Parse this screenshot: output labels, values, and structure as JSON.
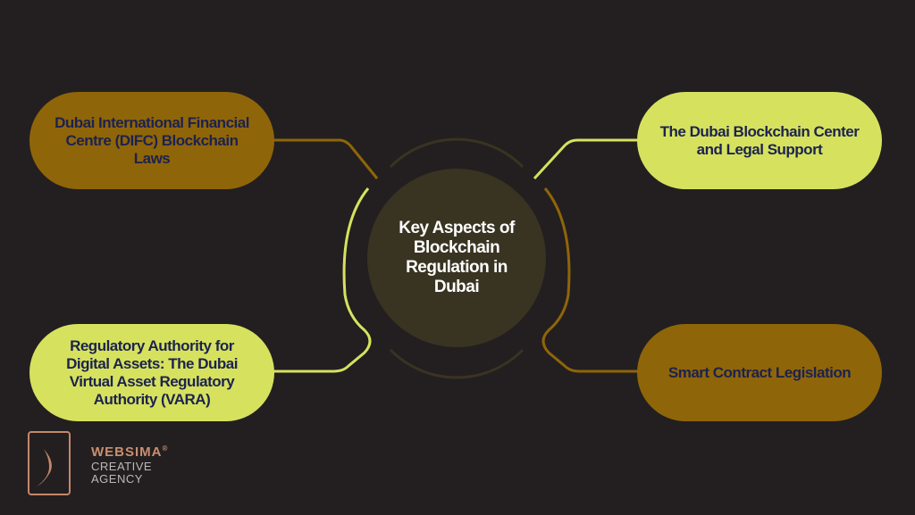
{
  "center": {
    "title": "Key Aspects of Blockchain Regulation in Dubai"
  },
  "nodes": [
    {
      "label": "Dubai International Financial Centre (DIFC) Blockchain Laws"
    },
    {
      "label": "The Dubai Blockchain Center and Legal Support"
    },
    {
      "label": "Regulatory Authority for Digital Assets: The Dubai Virtual Asset Regulatory Authority (VARA)"
    },
    {
      "label": "Smart Contract Legislation"
    }
  ],
  "logo": {
    "name": "WEBSIMA",
    "mark": "®",
    "line1": "CREATIVE",
    "line2": "AGENCY"
  },
  "colors": {
    "background": "#231f20",
    "brown": "#8f6509",
    "lime": "#d6e25e",
    "text": "#1c2250",
    "center": "#393322"
  }
}
